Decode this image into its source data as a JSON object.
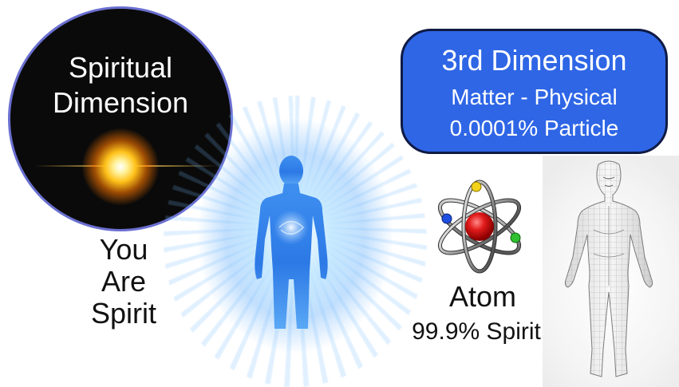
{
  "spiritual_dimension": {
    "line1": "Spiritual",
    "line2": "Dimension"
  },
  "you_are_spirit": {
    "line1": "You",
    "line2": "Are",
    "line3": "Spirit"
  },
  "third_dimension": {
    "title": "3rd Dimension",
    "subtitle": "Matter - Physical",
    "particle": "0.0001% Particle"
  },
  "atom": {
    "label": "Atom",
    "percent": "99.9% Spirit"
  },
  "colors": {
    "blue_box": "#2e66e6",
    "circle_border": "#6a6fd0",
    "circle_bg": "#0a0a0a",
    "sun": "#ffc21a"
  },
  "icons": [
    "sun-icon",
    "spirit-figure-icon",
    "atom-icon",
    "wireframe-human-icon"
  ]
}
